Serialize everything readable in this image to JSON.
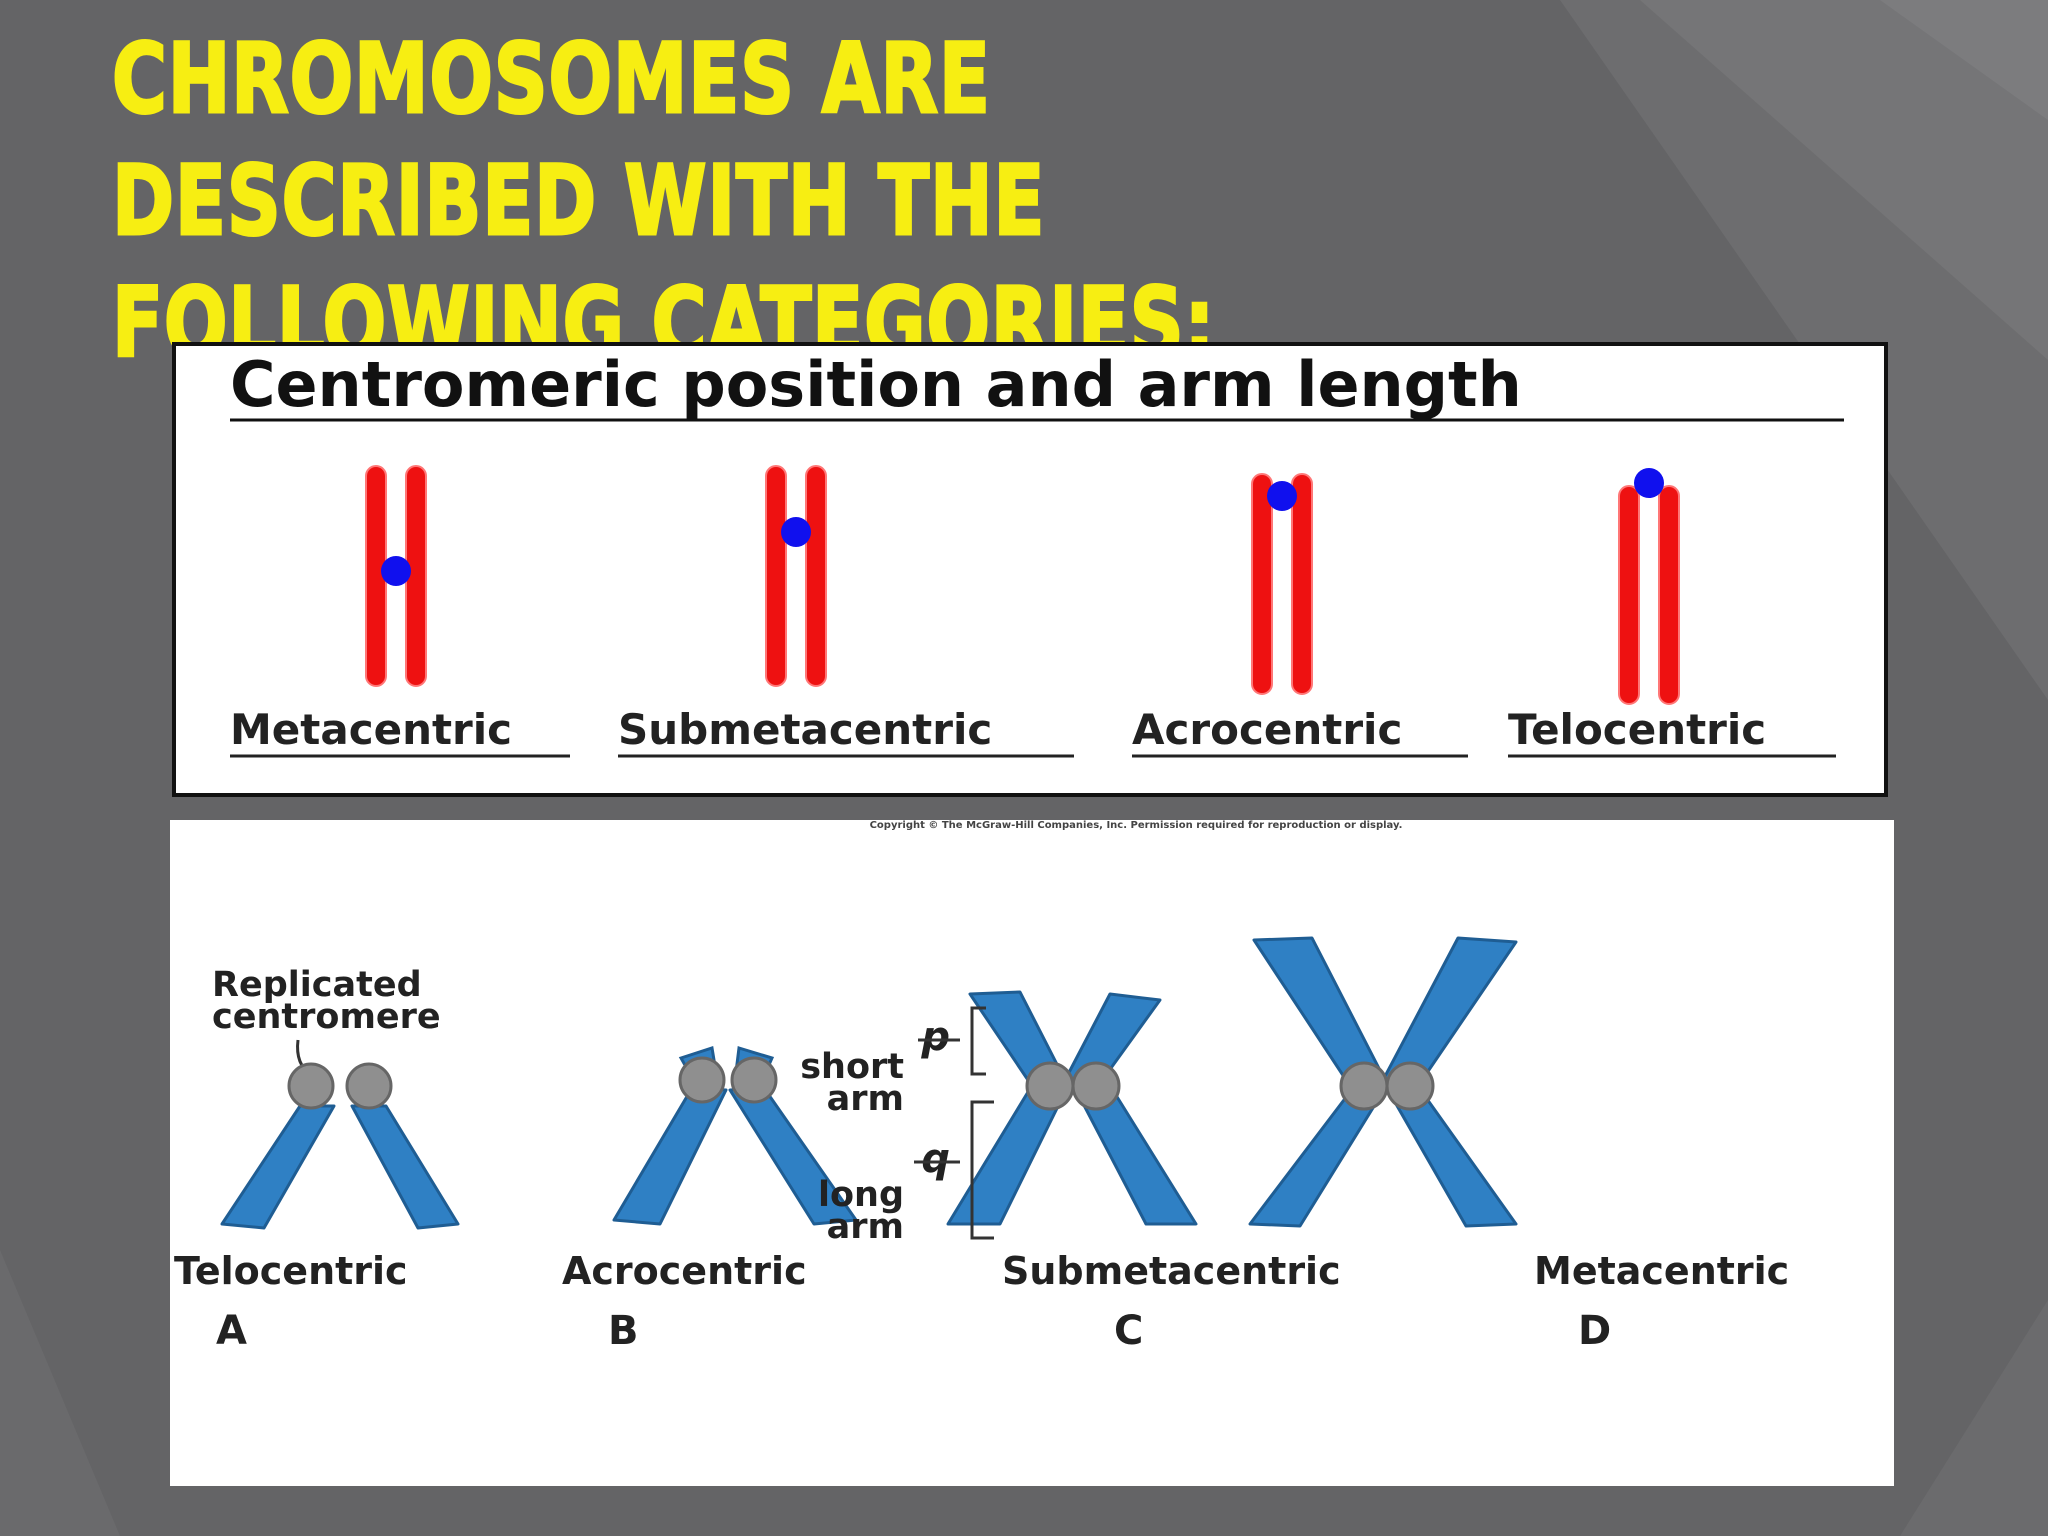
{
  "slide": {
    "title": "Chromosomes are described with the following categories:"
  },
  "colors": {
    "background": "#646466",
    "title": "#f7ee12",
    "chromatid_red": "#ee1111",
    "centromere_blue": "#1010ee",
    "chromosome_blue": "#2f80c4",
    "centromere_gray": "#8f8f8f"
  },
  "top_diagram": {
    "heading": "Centromeric position and arm length",
    "types": [
      {
        "label": "Metacentric"
      },
      {
        "label": "Submetacentric"
      },
      {
        "label": "Acrocentric"
      },
      {
        "label": "Telocentric"
      }
    ]
  },
  "bottom_diagram": {
    "copyright": "Copyright © The McGraw-Hill Companies, Inc. Permission required for reproduction or display.",
    "replicated_label_line1": "Replicated",
    "replicated_label_line2": "centromere",
    "arm_labels": {
      "p": "p",
      "short1": "short",
      "short2": "arm",
      "q": "q",
      "long1": "long",
      "long2": "arm"
    },
    "types": [
      {
        "label": "Telocentric",
        "letter": "A"
      },
      {
        "label": "Acrocentric",
        "letter": "B"
      },
      {
        "label": "Submetacentric",
        "letter": "C"
      },
      {
        "label": "Metacentric",
        "letter": "D"
      }
    ]
  }
}
